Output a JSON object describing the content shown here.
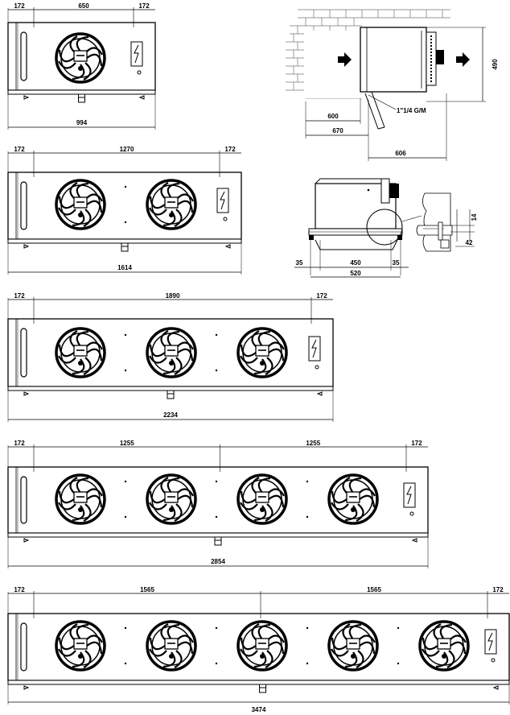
{
  "units": [
    {
      "id": "u1",
      "fans": 1,
      "overall": "994",
      "gaps": [
        "650"
      ],
      "end_left": "172",
      "end_right": "172"
    },
    {
      "id": "u2",
      "fans": 2,
      "overall": "1614",
      "gaps": [
        "1270"
      ],
      "end_left": "172",
      "end_right": "172"
    },
    {
      "id": "u3",
      "fans": 3,
      "overall": "2234",
      "gaps": [
        "1890"
      ],
      "end_left": "172",
      "end_right": "172"
    },
    {
      "id": "u4",
      "fans": 4,
      "overall": "2854",
      "gaps": [
        "1255",
        "1255"
      ],
      "end_left": "172",
      "end_right": "172"
    },
    {
      "id": "u5",
      "fans": 5,
      "overall": "3474",
      "gaps": [
        "1565",
        "1565"
      ],
      "end_left": "172",
      "end_right": "172"
    }
  ],
  "side_view": {
    "height": "490",
    "wall_clearance": "600",
    "drain_offset": "670",
    "depth": "606",
    "drain_connection": "1\"1/4 G/M"
  },
  "bracket_view": {
    "left_margin": "35",
    "mount_spacing": "450",
    "right_margin": "35",
    "mount_width": "520",
    "detail_upper": "14",
    "detail_lower": "42"
  }
}
